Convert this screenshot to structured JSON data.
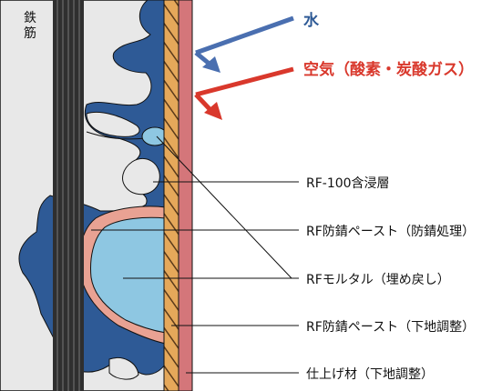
{
  "rebar_label": [
    "鉄",
    "筋"
  ],
  "water_label": "水",
  "air_label": "空気（酸素・炭酸ガス）",
  "callouts": [
    "RF-100含浸層",
    "RF防錆ペースト（防錆処理）",
    "RFモルタル（埋め戻し）",
    "RF防錆ペースト（下地調整）",
    "仕上げ材（下地調整）"
  ],
  "colors": {
    "concrete": "#e8e8e8",
    "impregnated": "#2e5a96",
    "rust_paste": "#e9a293",
    "mortar": "#8ec7e2",
    "base_paste": "#e5a85a",
    "finish": "#d4767a",
    "rebar": "#2f2f2f",
    "water_arrow": "#4a6fb0",
    "air_arrow": "#d9382c"
  }
}
